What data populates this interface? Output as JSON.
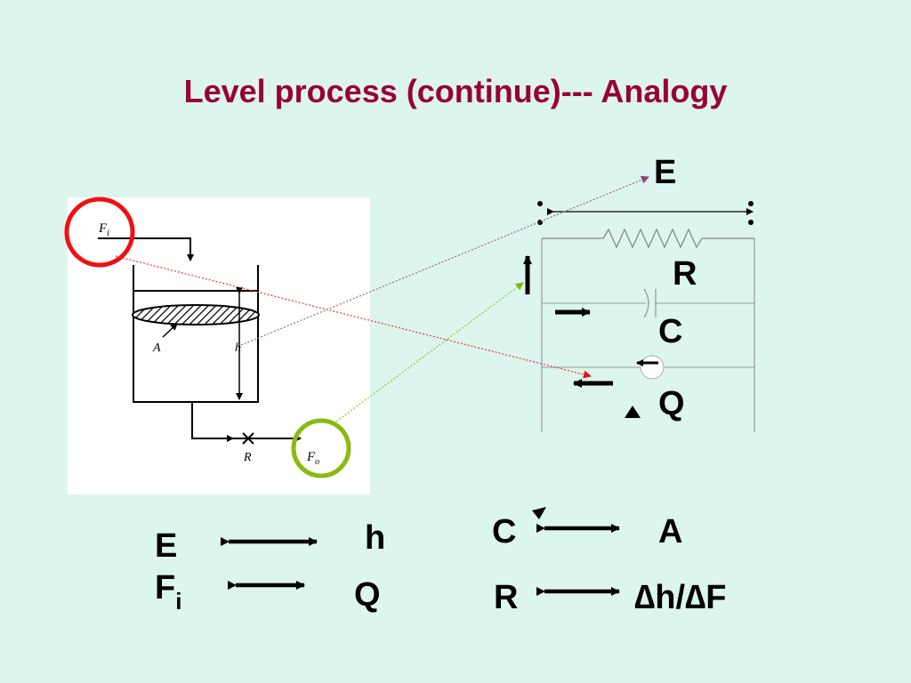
{
  "title": "Level process (continue)--- Analogy",
  "tank": {
    "inflow_label": "F",
    "inflow_sub": "i",
    "area_label": "A",
    "height_label": "h",
    "resistance_label": "R",
    "outflow_label": "F",
    "outflow_sub": "o"
  },
  "circuit": {
    "voltage_label": "E",
    "resistor_label": "R",
    "capacitor_label": "C",
    "source_label": "Q"
  },
  "analogies": [
    {
      "left": "E",
      "right": "h"
    },
    {
      "left": "F",
      "left_sub": "i",
      "right": "Q"
    },
    {
      "left": "C",
      "right": "A"
    },
    {
      "left": "R",
      "right": "∆h/∆F"
    }
  ],
  "colors": {
    "title": "#990033",
    "background": "#dcf5ee",
    "red_circle": "#ee1111",
    "green_circle": "#88bb11",
    "red_dotted": "#ee3333",
    "green_dotted": "#88cc22",
    "purple_dotted": "#996688"
  }
}
